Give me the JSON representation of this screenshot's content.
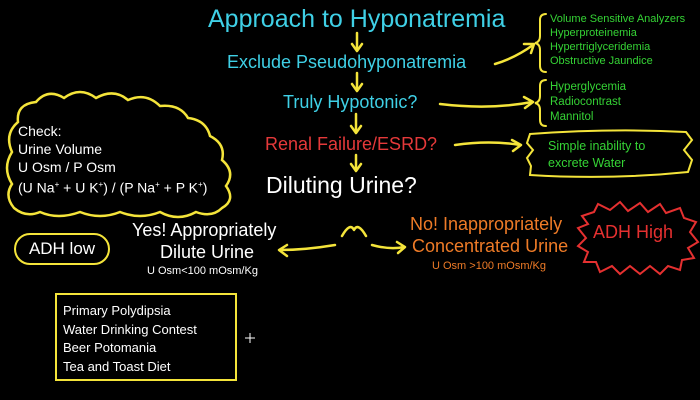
{
  "title": "Approach to Hyponatremia",
  "steps": {
    "exclude": "Exclude Pseudohyponatremia",
    "hypotonic": "Truly Hypotonic?",
    "renal": "Renal Failure/ESRD?",
    "diluting": "Diluting Urine?"
  },
  "pseudo_causes": [
    "Volume Sensitive Analyzers",
    "Hyperproteinemia",
    "Hypertriglyceridemia",
    "Obstructive Jaundice"
  ],
  "hypertonic_causes": [
    "Hyperglycemia",
    "Radiocontrast",
    "Mannitol"
  ],
  "renal_note": [
    "Simple inability to",
    "excrete Water"
  ],
  "check": {
    "heading": "Check:",
    "line1": "Urine Volume",
    "line2": "U Osm / P Osm",
    "formula_parts": [
      "(U Na",
      "+",
      " + U K",
      "+",
      ") / (P Na",
      "+",
      " + P K",
      "+",
      ")"
    ]
  },
  "yes_branch": {
    "line1": "Yes! Appropriately",
    "line2": "Dilute Urine",
    "criterion": "U Osm<100 mOsm/Kg",
    "adh": "ADH low"
  },
  "no_branch": {
    "line1": "No! Inappropriately",
    "line2": "Concentrated Urine",
    "criterion": "U Osm >100 mOsm/Kg",
    "adh": "ADH High"
  },
  "dilute_causes": [
    "Primary Polydipsia",
    "Water Drinking Contest",
    "Beer Potomania",
    "Tea and Toast Diet"
  ],
  "colors": {
    "cyan": "#3fd0e6",
    "red": "#e5393a",
    "orange": "#ee7b27",
    "green": "#35d335",
    "yellow": "#f4e43a",
    "white": "#ffffff",
    "background": "#000000"
  }
}
